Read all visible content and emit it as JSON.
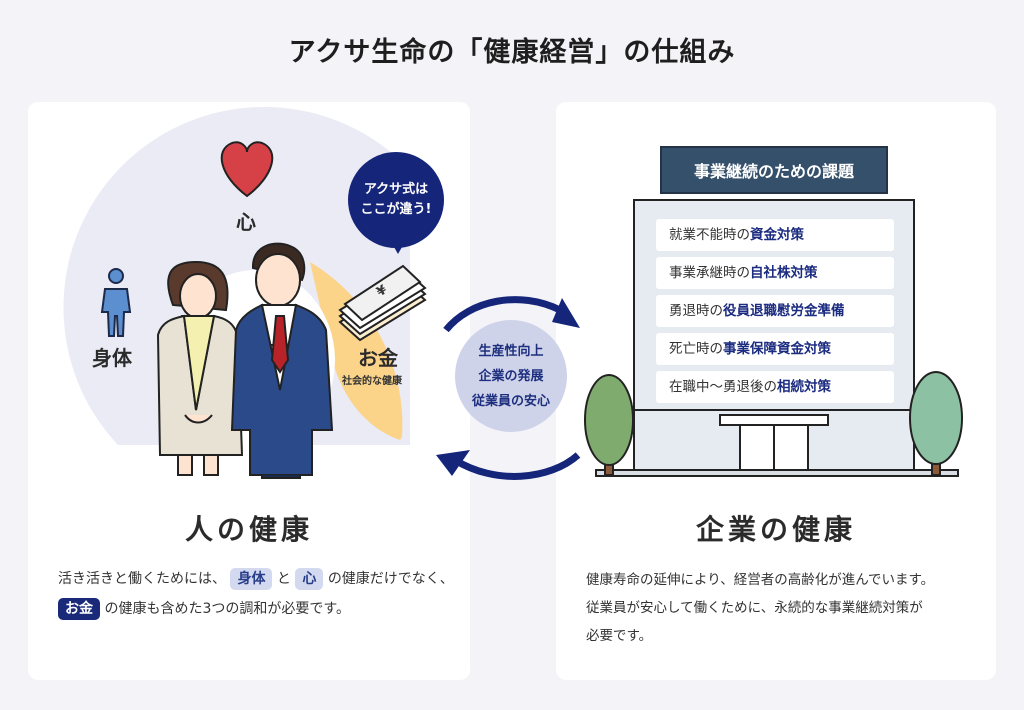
{
  "title": "アクサ生命の「健康経営」の仕組み",
  "left": {
    "label_heart": "心",
    "label_body": "身体",
    "label_money": "お金",
    "label_money_sub": "社会的な健康",
    "bubble_line1": "アクサ式は",
    "bubble_line2": "ここが違う!",
    "heading": "人の健康",
    "desc": {
      "p1": "活き活きと働くためには、",
      "tag_body": "身体",
      "and": "と",
      "tag_heart": "心",
      "p2": "の健康だけでなく、",
      "tag_money": "お金",
      "p3": "の健康も含めた3つの調和が必要です。"
    }
  },
  "center": {
    "line1": "生産性向上",
    "line2": "企業の発展",
    "line3": "従業員の安心"
  },
  "right": {
    "header": "事業継続のための課題",
    "items": [
      {
        "plain": "就業不能時の",
        "bold": "資金対策"
      },
      {
        "plain": "事業承継時の",
        "bold": "自社株対策"
      },
      {
        "plain": "勇退時の",
        "bold": "役員退職慰労金準備"
      },
      {
        "plain": "死亡時の",
        "bold": "事業保障資金対策"
      },
      {
        "plain": "在職中〜勇退後の",
        "bold": "相続対策"
      }
    ],
    "heading": "企業の健康",
    "desc": {
      "l1": "健康寿命の延伸により、経営者の高齢化が進んでいます。",
      "l2": "従業員が安心して働くために、永続的な事業継続対策が",
      "l3": "必要です。"
    }
  },
  "colors": {
    "navy": "#15257a",
    "money_wedge": "#fbd389",
    "circle_bg": "#ebebf4",
    "building": "#e6ebf2",
    "task_header": "#35506b"
  }
}
